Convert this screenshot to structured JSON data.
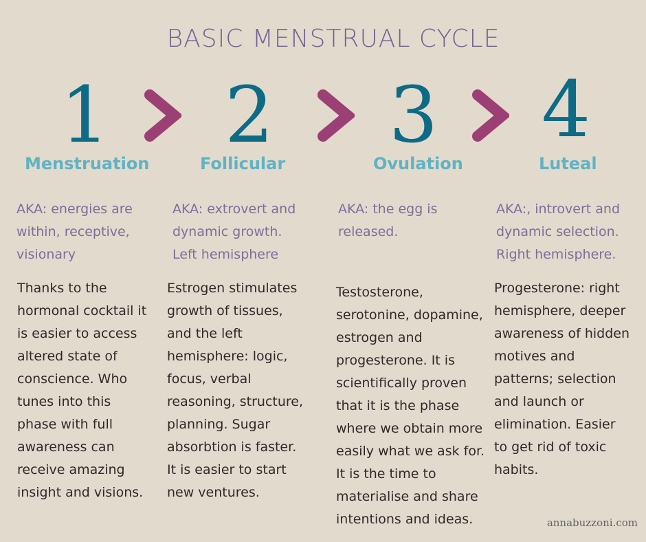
{
  "title": "BASIC MENSTRUAL CYCLE",
  "colors": {
    "background": "#e3dace",
    "title": "#6e6591",
    "number": "#0d6b86",
    "chevron": "#9b3f75",
    "phase_name": "#5fb3c3",
    "aka": "#7a6f99",
    "body": "#2f2a28"
  },
  "phases": [
    {
      "number": "1",
      "name": "Menstruation",
      "aka_lines": [
        "AKA: energies are",
        "within, receptive,",
        "visionary"
      ],
      "body_lines": [
        "Thanks to the",
        "hormonal cocktail it",
        "is easier to access",
        "altered state of",
        "conscience. Who",
        "tunes into this",
        "phase with full",
        "awareness can",
        "receive amazing",
        "insight and visions."
      ]
    },
    {
      "number": "2",
      "name": "Follicular",
      "aka_lines": [
        "AKA: extrovert and",
        "dynamic growth.",
        "Left hemisphere"
      ],
      "body_lines": [
        "Estrogen stimulates",
        "growth of tissues,",
        "and the left",
        "hemisphere: logic,",
        "focus, verbal",
        "reasoning, structure,",
        "planning. Sugar",
        "absorbtion is faster.",
        "It is easier to start",
        "new ventures."
      ]
    },
    {
      "number": "3",
      "name": "Ovulation",
      "aka_lines": [
        "AKA: the egg is",
        "released."
      ],
      "body_lines": [
        "Testosterone,",
        "serotonine, dopamine,",
        "estrogen and",
        "progesterone. It is",
        "scientifically proven",
        "that it is the phase",
        "where we obtain more",
        "easily what we ask for.",
        "It is the time to",
        "materialise and share",
        "intentions and ideas."
      ]
    },
    {
      "number": "4",
      "name": "Luteal",
      "aka_lines": [
        "AKA:, introvert and",
        "dynamic selection.",
        "Right hemisphere."
      ],
      "body_lines": [
        "Progesterone: right",
        "hemisphere, deeper",
        "awareness of hidden",
        "motives and",
        "patterns; selection",
        "and launch or",
        "elimination. Easier",
        "to get rid of toxic",
        "habits."
      ]
    }
  ],
  "arrows": [
    "chevron-right",
    "chevron-right",
    "chevron-right"
  ],
  "footer": "annabuzzoni.com"
}
